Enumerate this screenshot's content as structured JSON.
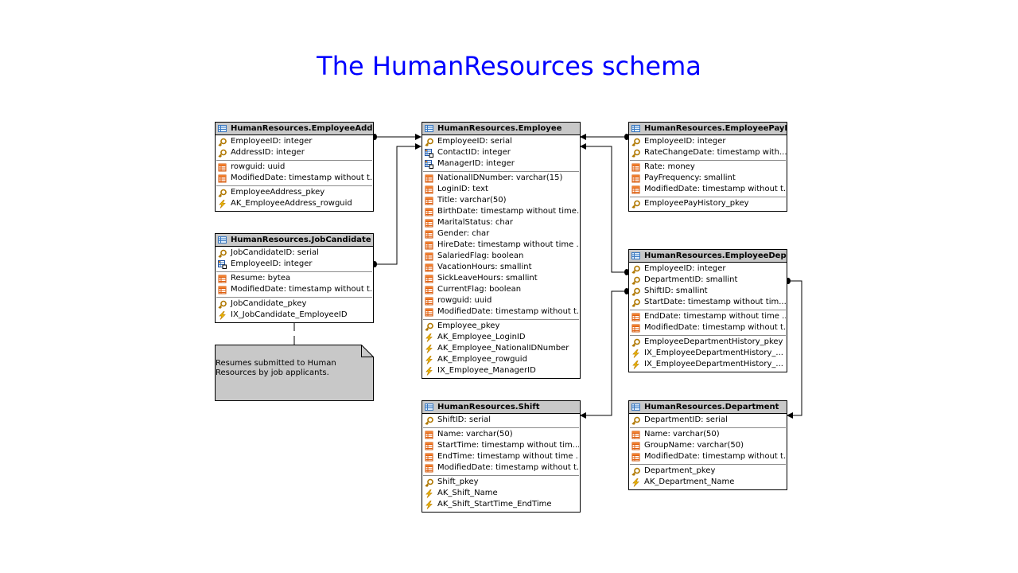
{
  "title": "The HumanResources schema",
  "note": "Resumes submitted to Human Resources by job applicants.",
  "tables": [
    {
      "id": "employee-address",
      "name": "HumanResources.EmployeeAddress",
      "sections": [
        [
          {
            "icon": "key",
            "text": "EmployeeID: integer"
          },
          {
            "icon": "key",
            "text": "AddressID: integer"
          }
        ],
        [
          {
            "icon": "column",
            "text": "rowguid: uuid"
          },
          {
            "icon": "column",
            "text": "ModifiedDate: timestamp without t..."
          }
        ],
        [
          {
            "icon": "key",
            "text": "EmployeeAddress_pkey"
          },
          {
            "icon": "index",
            "text": "AK_EmployeeAddress_rowguid"
          }
        ]
      ]
    },
    {
      "id": "job-candidate",
      "name": "HumanResources.JobCandidate",
      "sections": [
        [
          {
            "icon": "key",
            "text": "JobCandidateID: serial"
          },
          {
            "icon": "fk",
            "text": "EmployeeID: integer"
          }
        ],
        [
          {
            "icon": "column",
            "text": "Resume: bytea"
          },
          {
            "icon": "column",
            "text": "ModifiedDate: timestamp without t..."
          }
        ],
        [
          {
            "icon": "key",
            "text": "JobCandidate_pkey"
          },
          {
            "icon": "index",
            "text": "IX_JobCandidate_EmployeeID"
          }
        ]
      ]
    },
    {
      "id": "employee",
      "name": "HumanResources.Employee",
      "sections": [
        [
          {
            "icon": "key",
            "text": "EmployeeID: serial"
          },
          {
            "icon": "fk",
            "text": "ContactID: integer"
          },
          {
            "icon": "fk",
            "text": "ManagerID: integer"
          }
        ],
        [
          {
            "icon": "column",
            "text": "NationalIDNumber: varchar(15)"
          },
          {
            "icon": "column",
            "text": "LoginID: text"
          },
          {
            "icon": "column",
            "text": "Title: varchar(50)"
          },
          {
            "icon": "column",
            "text": "BirthDate: timestamp without time..."
          },
          {
            "icon": "column",
            "text": "MaritalStatus: char"
          },
          {
            "icon": "column",
            "text": "Gender: char"
          },
          {
            "icon": "column",
            "text": "HireDate: timestamp without time ..."
          },
          {
            "icon": "column",
            "text": "SalariedFlag: boolean"
          },
          {
            "icon": "column",
            "text": "VacationHours: smallint"
          },
          {
            "icon": "column",
            "text": "SickLeaveHours: smallint"
          },
          {
            "icon": "column",
            "text": "CurrentFlag: boolean"
          },
          {
            "icon": "column",
            "text": "rowguid: uuid"
          },
          {
            "icon": "column",
            "text": "ModifiedDate: timestamp without t..."
          }
        ],
        [
          {
            "icon": "key",
            "text": "Employee_pkey"
          },
          {
            "icon": "index",
            "text": "AK_Employee_LoginID"
          },
          {
            "icon": "index",
            "text": "AK_Employee_NationalIDNumber"
          },
          {
            "icon": "index",
            "text": "AK_Employee_rowguid"
          },
          {
            "icon": "index",
            "text": "IX_Employee_ManagerID"
          }
        ]
      ]
    },
    {
      "id": "shift",
      "name": "HumanResources.Shift",
      "sections": [
        [
          {
            "icon": "key",
            "text": "ShiftID: serial"
          }
        ],
        [
          {
            "icon": "column",
            "text": "Name: varchar(50)"
          },
          {
            "icon": "column",
            "text": "StartTime: timestamp without tim..."
          },
          {
            "icon": "column",
            "text": "EndTime: timestamp without time ..."
          },
          {
            "icon": "column",
            "text": "ModifiedDate: timestamp without t..."
          }
        ],
        [
          {
            "icon": "key",
            "text": "Shift_pkey"
          },
          {
            "icon": "index",
            "text": "AK_Shift_Name"
          },
          {
            "icon": "index",
            "text": "AK_Shift_StartTime_EndTime"
          }
        ]
      ]
    },
    {
      "id": "employee-pay-history",
      "name": "HumanResources.EmployeePayHis...",
      "sections": [
        [
          {
            "icon": "key",
            "text": "EmployeeID: integer"
          },
          {
            "icon": "key",
            "text": "RateChangeDate: timestamp with..."
          }
        ],
        [
          {
            "icon": "column",
            "text": "Rate: money"
          },
          {
            "icon": "column",
            "text": "PayFrequency: smallint"
          },
          {
            "icon": "column",
            "text": "ModifiedDate: timestamp without t..."
          }
        ],
        [
          {
            "icon": "key",
            "text": "EmployeePayHistory_pkey"
          }
        ]
      ]
    },
    {
      "id": "employee-department-history",
      "name": "HumanResources.EmployeeDepart...",
      "sections": [
        [
          {
            "icon": "key",
            "text": "EmployeeID: integer"
          },
          {
            "icon": "key",
            "text": "DepartmentID: smallint"
          },
          {
            "icon": "key",
            "text": "ShiftID: smallint"
          },
          {
            "icon": "key",
            "text": "StartDate: timestamp without tim..."
          }
        ],
        [
          {
            "icon": "column",
            "text": "EndDate: timestamp without time ..."
          },
          {
            "icon": "column",
            "text": "ModifiedDate: timestamp without t..."
          }
        ],
        [
          {
            "icon": "key",
            "text": "EmployeeDepartmentHistory_pkey"
          },
          {
            "icon": "index",
            "text": "IX_EmployeeDepartmentHistory_..."
          },
          {
            "icon": "index",
            "text": "IX_EmployeeDepartmentHistory_..."
          }
        ]
      ]
    },
    {
      "id": "department",
      "name": "HumanResources.Department",
      "sections": [
        [
          {
            "icon": "key",
            "text": "DepartmentID: serial"
          }
        ],
        [
          {
            "icon": "column",
            "text": "Name: varchar(50)"
          },
          {
            "icon": "column",
            "text": "GroupName: varchar(50)"
          },
          {
            "icon": "column",
            "text": "ModifiedDate: timestamp without t..."
          }
        ],
        [
          {
            "icon": "key",
            "text": "Department_pkey"
          },
          {
            "icon": "index",
            "text": "AK_Department_Name"
          }
        ]
      ]
    }
  ]
}
